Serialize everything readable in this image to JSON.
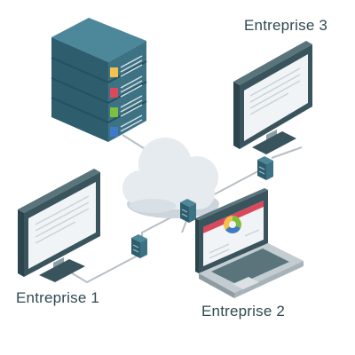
{
  "labels": {
    "enterprise_1": "Entreprise 1",
    "enterprise_2": "Entreprise 2",
    "enterprise_3": "Entreprise 3"
  },
  "colors": {
    "server_dark": "#2e5d6e",
    "server_mid": "#3d7284",
    "server_light": "#4c879a",
    "cloud": "#e6ebef",
    "cloud_shade": "#cdd5dc",
    "screen_frame": "#39545c",
    "screen_bg": "#f1f4f6",
    "line": "#b7bfc5",
    "accent_red": "#d9495b",
    "accent_green": "#7dbf3f",
    "accent_yellow": "#f2c14e",
    "accent_blue": "#3f79c9"
  },
  "icons": [
    "server-rack-icon",
    "cloud-icon",
    "desktop-monitor-icon",
    "laptop-icon",
    "network-switch-icon",
    "pie-chart-icon"
  ]
}
